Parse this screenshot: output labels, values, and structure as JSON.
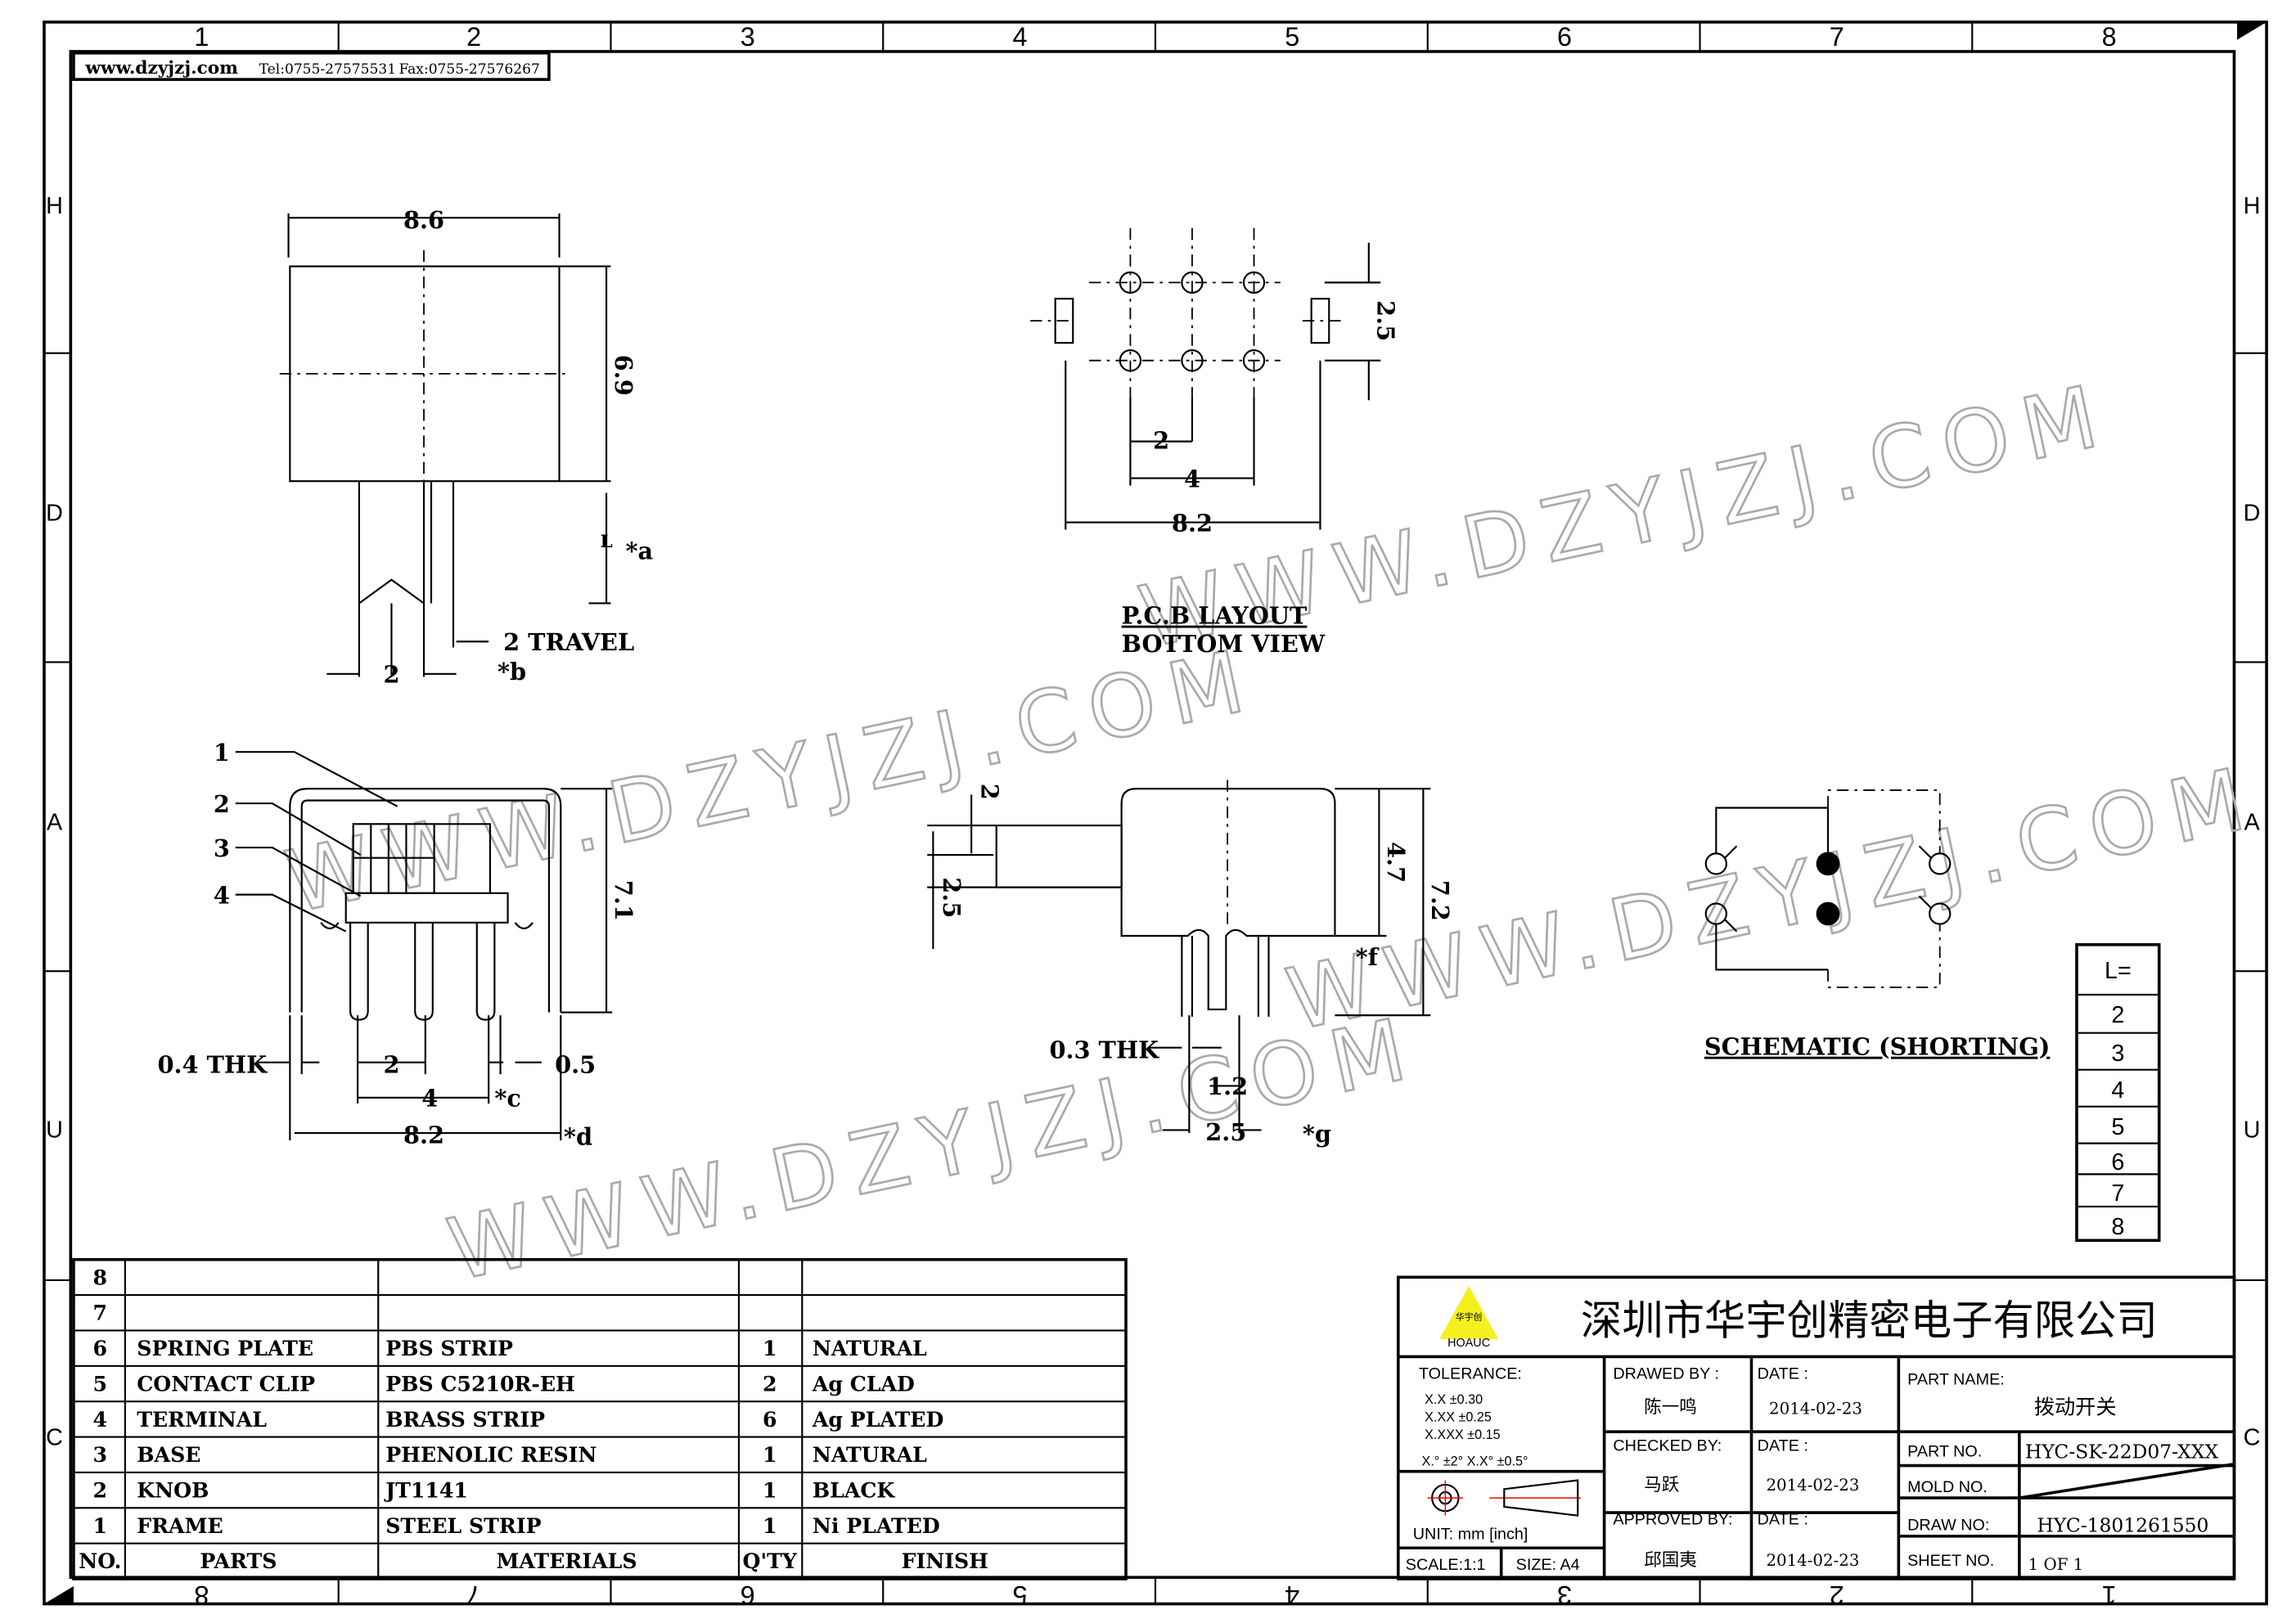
{
  "header": {
    "website": "www.dzyjzj.com",
    "tel": "Tel:0755-27575531",
    "fax": "Fax:0755-27576267"
  },
  "grid": {
    "columns": [
      "1",
      "2",
      "3",
      "4",
      "5",
      "6",
      "7",
      "8"
    ],
    "columns_bottom": [
      "8",
      "7",
      "6",
      "5",
      "4",
      "3",
      "2",
      "1"
    ],
    "rows": [
      "H",
      "D",
      "A",
      "U",
      "C"
    ]
  },
  "watermark": "WWW.DZYJZJ.COM",
  "top_view": {
    "width": "8.6",
    "height": "6.9",
    "l_label": "L",
    "a_label": "*a",
    "travel": "2 TRAVEL",
    "pitch": "2",
    "b_label": "*b"
  },
  "pcb_layout": {
    "pitch": "2",
    "span": "4",
    "overall": "8.2",
    "row_gap": "2.5",
    "title": "P.C.B LAYOUT",
    "subtitle": "BOTTOM VIEW"
  },
  "front_view": {
    "callouts": [
      "1",
      "2",
      "3",
      "4"
    ],
    "height": "7.1",
    "thk": "0.4 THK",
    "pitch": "2",
    "span": "4",
    "c_label": "*c",
    "width": "8.2",
    "d_label": "*d",
    "pin": "0.5"
  },
  "side_view": {
    "knob_offset": "2",
    "knob_height": "2.5",
    "body_height": "4.7",
    "total_height": "7.2",
    "f_label": "*f",
    "thk": "0.3 THK",
    "pin_gap": "1.2",
    "width": "2.5",
    "g_label": "*g"
  },
  "schematic": {
    "title": "SCHEMATIC (SHORTING)"
  },
  "l_table": {
    "header": "L=",
    "values": [
      "2",
      "3",
      "4",
      "5",
      "6",
      "7",
      "8"
    ]
  },
  "parts_table": {
    "headers": [
      "NO.",
      "PARTS",
      "MATERIALS",
      "Q'TY",
      "FINISH"
    ],
    "rows": [
      {
        "no": "8",
        "part": "",
        "material": "",
        "qty": "",
        "finish": ""
      },
      {
        "no": "7",
        "part": "",
        "material": "",
        "qty": "",
        "finish": ""
      },
      {
        "no": "6",
        "part": "SPRING PLATE",
        "material": "PBS STRIP",
        "qty": "1",
        "finish": "NATURAL"
      },
      {
        "no": "5",
        "part": "CONTACT CLIP",
        "material": "PBS C5210R-EH",
        "qty": "2",
        "finish": "Ag CLAD"
      },
      {
        "no": "4",
        "part": "TERMINAL",
        "material": "BRASS STRIP",
        "qty": "6",
        "finish": "Ag PLATED"
      },
      {
        "no": "3",
        "part": "BASE",
        "material": "PHENOLIC RESIN",
        "qty": "1",
        "finish": "NATURAL"
      },
      {
        "no": "2",
        "part": "KNOB",
        "material": "JT1141",
        "qty": "1",
        "finish": "BLACK"
      },
      {
        "no": "1",
        "part": "FRAME",
        "material": "STEEL STRIP",
        "qty": "1",
        "finish": "Ni PLATED"
      }
    ]
  },
  "title_block": {
    "company": "深圳市华宇创精密电子有限公司",
    "logo_text": "HOAUC",
    "logo_cn": "华宇创",
    "tolerance_label": "TOLERANCE:",
    "tol": [
      "X.X    ±0.30",
      "X.XX   ±0.25",
      "X.XXX  ±0.15"
    ],
    "tol_angle": "X.°  ±2°      X.X° ±0.5°",
    "unit": "UNIT:  mm  [inch]",
    "scale": "SCALE:1:1",
    "size": "SIZE:  A4",
    "drawed_by_label": "DRAWED BY :",
    "drawed_by": "陈一鸣",
    "checked_by_label": "CHECKED BY:",
    "checked_by": "马跃",
    "approved_by_label": "APPROVED BY:",
    "approved_by": "邱国夷",
    "date_label": "DATE :",
    "dates": [
      "2014-02-23",
      "2014-02-23",
      "2014-02-23"
    ],
    "part_name_label": "PART NAME:",
    "part_name": "拨动开关",
    "part_no_label": "PART NO.",
    "part_no": "HYC-SK-22D07-XXX",
    "mold_no_label": "MOLD NO.",
    "draw_no_label": "DRAW NO:",
    "draw_no": "HYC-1801261550",
    "sheet_no_label": "SHEET NO.",
    "sheet_no": "1 OF 1"
  }
}
